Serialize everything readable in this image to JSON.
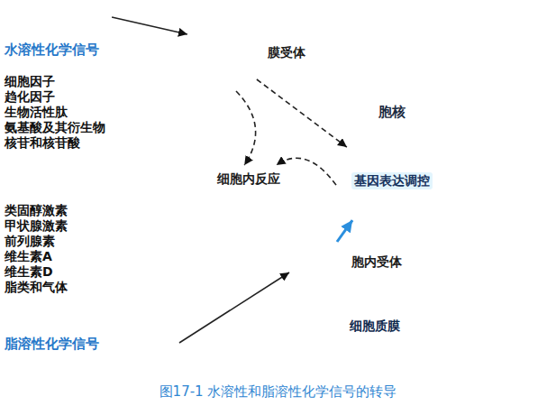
{
  "diagram": {
    "caption": "图17-1 水溶性和脂溶性化学信号的转导",
    "nodes": [
      {
        "text": [
          "水溶性化学信号"
        ]
      },
      {
        "text": [
          "细胞质膜"
        ]
      },
      {
        "text": [
          "膜受体"
        ],
        "in": 1
      },
      {
        "text": [
          "胞核",
          "基因表达调控"
        ],
        "in": 1
      },
      {
        "text": [
          "细胞内反应"
        ],
        "in": 1
      },
      {
        "text": [
          "胞内受体"
        ],
        "in": 1
      },
      {
        "text": [
          "脂溶性化学信号"
        ]
      }
    ],
    "edges": [
      {
        "from": 0,
        "to": 2,
        "arrow": "to"
      },
      {
        "from": 2,
        "to": 4,
        "arrow": "to"
      },
      {
        "from": 2,
        "to": 3,
        "arrow": "to"
      },
      {
        "from": 3,
        "to": 4,
        "arrow": "to"
      },
      {
        "from": 5,
        "to": 3,
        "arrow": "to"
      },
      {
        "from": 6,
        "to": 5,
        "arrow": "to"
      }
    ],
    "labels": [
      "细胞因子",
      "趋化因子",
      "生物活性肽",
      "氨基酸及其衍生物",
      "核苷和核苷酸",
      "类固醇激素",
      "甲状腺激素",
      "前列腺素",
      "维生素A",
      "维生素D",
      "脂类和气体"
    ]
  }
}
